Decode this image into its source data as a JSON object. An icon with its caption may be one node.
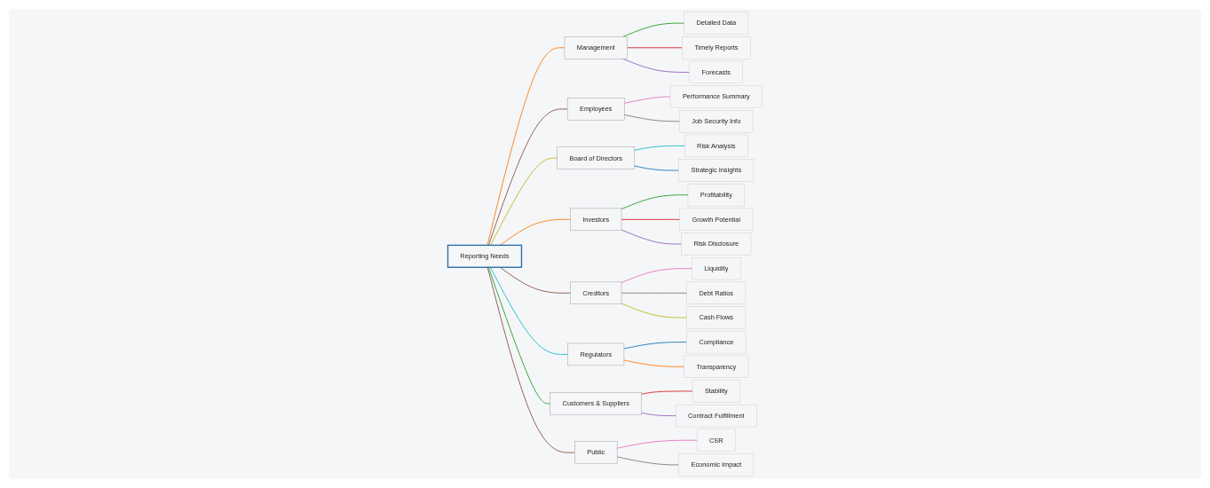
{
  "diagram": {
    "nodes": [
      {
        "text": [
          "Reporting Needs"
        ]
      },
      {
        "text": [
          "Management"
        ]
      },
      {
        "text": [
          "Detailed Data"
        ]
      },
      {
        "text": [
          "Timely Reports"
        ]
      },
      {
        "text": [
          "Forecasts"
        ]
      },
      {
        "text": [
          "Employees"
        ]
      },
      {
        "text": [
          "Performance Summary"
        ]
      },
      {
        "text": [
          "Job Security Info"
        ]
      },
      {
        "text": [
          "Board of Directors"
        ]
      },
      {
        "text": [
          "Risk Analysis"
        ]
      },
      {
        "text": [
          "Strategic Insights"
        ]
      },
      {
        "text": [
          "Investors"
        ]
      },
      {
        "text": [
          "Profitability"
        ]
      },
      {
        "text": [
          "Growth Potential"
        ]
      },
      {
        "text": [
          "Risk Disclosure"
        ]
      },
      {
        "text": [
          "Creditors"
        ]
      },
      {
        "text": [
          "Liquidity"
        ]
      },
      {
        "text": [
          "Debt Ratios"
        ]
      },
      {
        "text": [
          "Cash Flows"
        ]
      },
      {
        "text": [
          "Regulators"
        ]
      },
      {
        "text": [
          "Compliance"
        ]
      },
      {
        "text": [
          "Transparency"
        ]
      },
      {
        "text": [
          "Customers & Suppliers"
        ]
      },
      {
        "text": [
          "Stability"
        ]
      },
      {
        "text": [
          "Contract Fulfillment"
        ]
      },
      {
        "text": [
          "Public"
        ]
      },
      {
        "text": [
          "CSR"
        ]
      },
      {
        "text": [
          "Economic Impact"
        ]
      }
    ],
    "edges": [
      {
        "from": 0,
        "to": 1,
        "arrow": "none",
        "color": "#ff7f0e"
      },
      {
        "from": 1,
        "to": 2,
        "arrow": "none",
        "color": "#2ca02c"
      },
      {
        "from": 1,
        "to": 3,
        "arrow": "none",
        "color": "#d62728"
      },
      {
        "from": 1,
        "to": 4,
        "arrow": "none",
        "color": "#9467bd"
      },
      {
        "from": 0,
        "to": 5,
        "arrow": "none",
        "color": "#8c564b"
      },
      {
        "from": 5,
        "to": 6,
        "arrow": "none",
        "color": "#e377c2"
      },
      {
        "from": 5,
        "to": 7,
        "arrow": "none",
        "color": "#7f7f7f"
      },
      {
        "from": 0,
        "to": 8,
        "arrow": "none",
        "color": "#bcbd22"
      },
      {
        "from": 8,
        "to": 9,
        "arrow": "none",
        "color": "#17becf"
      },
      {
        "from": 8,
        "to": 10,
        "arrow": "none",
        "color": "#1f77b4"
      },
      {
        "from": 0,
        "to": 11,
        "arrow": "none",
        "color": "#ff7f0e"
      },
      {
        "from": 11,
        "to": 12,
        "arrow": "none",
        "color": "#2ca02c"
      },
      {
        "from": 11,
        "to": 13,
        "arrow": "none",
        "color": "#d62728"
      },
      {
        "from": 11,
        "to": 14,
        "arrow": "none",
        "color": "#9467bd"
      },
      {
        "from": 0,
        "to": 15,
        "arrow": "none",
        "color": "#8c564b"
      },
      {
        "from": 15,
        "to": 16,
        "arrow": "none",
        "color": "#e377c2"
      },
      {
        "from": 15,
        "to": 17,
        "arrow": "none",
        "color": "#7f7f7f"
      },
      {
        "from": 15,
        "to": 18,
        "arrow": "none",
        "color": "#bcbd22"
      },
      {
        "from": 0,
        "to": 19,
        "arrow": "none",
        "color": "#17becf"
      },
      {
        "from": 19,
        "to": 20,
        "arrow": "none",
        "color": "#1f77b4"
      },
      {
        "from": 19,
        "to": 21,
        "arrow": "none",
        "color": "#ff7f0e"
      },
      {
        "from": 0,
        "to": 22,
        "arrow": "none",
        "color": "#2ca02c"
      },
      {
        "from": 22,
        "to": 23,
        "arrow": "none",
        "color": "#d62728"
      },
      {
        "from": 22,
        "to": 24,
        "arrow": "none",
        "color": "#9467bd"
      },
      {
        "from": 0,
        "to": 25,
        "arrow": "none",
        "color": "#8c564b"
      },
      {
        "from": 25,
        "to": 26,
        "arrow": "none",
        "color": "#e377c2"
      },
      {
        "from": 25,
        "to": 27,
        "arrow": "none",
        "color": "#7f7f7f"
      }
    ]
  }
}
